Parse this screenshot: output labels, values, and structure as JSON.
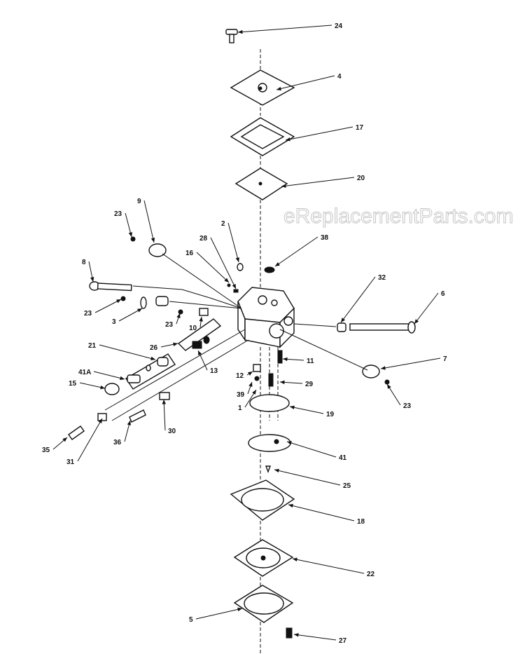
{
  "watermark": "eReplacementParts.com",
  "callouts": [
    "24",
    "4",
    "17",
    "20",
    "9",
    "23",
    "2",
    "28",
    "16",
    "38",
    "8",
    "32",
    "6",
    "23",
    "3",
    "23",
    "10",
    "26",
    "11",
    "21",
    "13",
    "7",
    "41A",
    "12",
    "39",
    "29",
    "15",
    "1",
    "23",
    "19",
    "35",
    "31",
    "36",
    "30",
    "41",
    "25",
    "18",
    "22",
    "5",
    "27"
  ]
}
